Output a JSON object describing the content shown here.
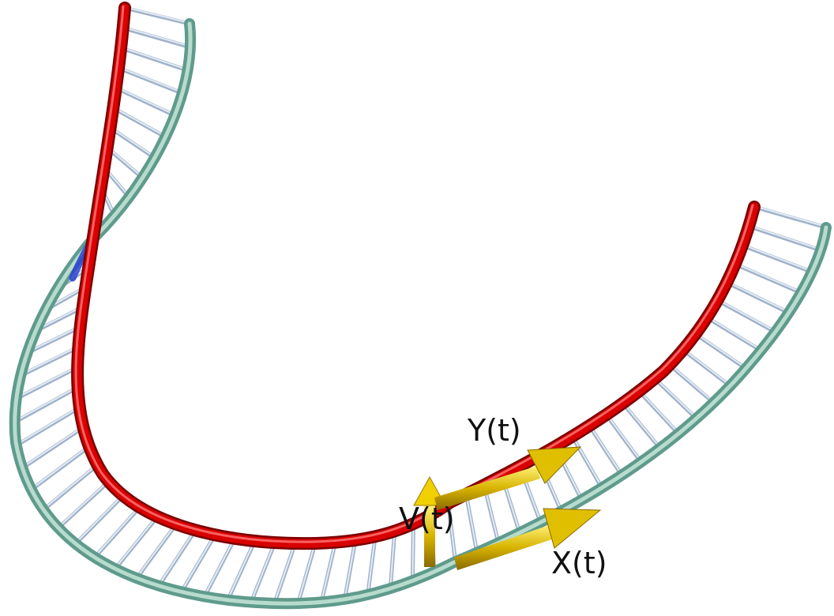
{
  "labels": {
    "y_vector": "Y(t)",
    "v_vector": "V(t)",
    "x_vector": "X(t)"
  },
  "colors": {
    "background": "#ffffff",
    "red_strand": "#cc0000",
    "teal_strand": "#8fc4b0",
    "rungs": "#b8c8dc",
    "arrows": "#d4b000"
  }
}
